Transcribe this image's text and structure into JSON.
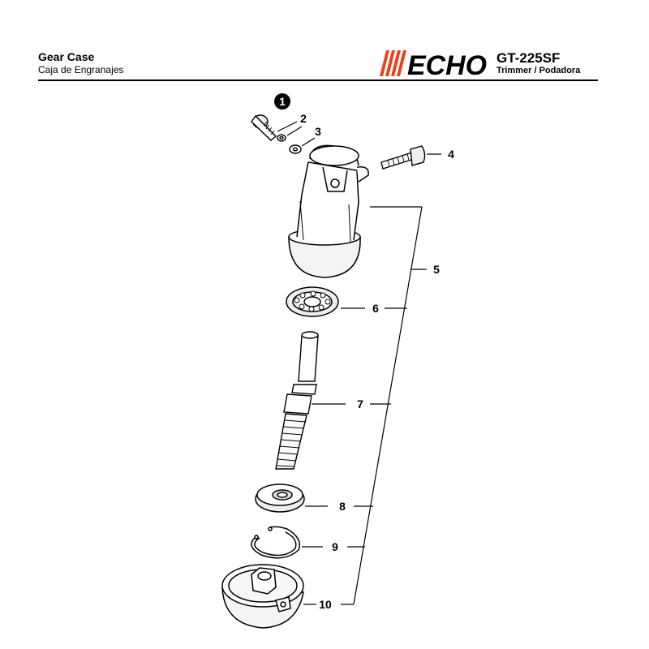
{
  "header": {
    "title_en": "Gear Case",
    "title_es": "Caja de Engranajes",
    "brand": "ECHO",
    "model": "GT-225SF",
    "subtitle": "Trimmer / Podadora"
  },
  "callouts": [
    {
      "id": "1",
      "label": "1",
      "highlighted": true
    },
    {
      "id": "2",
      "label": "2"
    },
    {
      "id": "3",
      "label": "3"
    },
    {
      "id": "4",
      "label": "4"
    },
    {
      "id": "5",
      "label": "5"
    },
    {
      "id": "6",
      "label": "6"
    },
    {
      "id": "7",
      "label": "7"
    },
    {
      "id": "8",
      "label": "8"
    },
    {
      "id": "9",
      "label": "9"
    },
    {
      "id": "10",
      "label": "10"
    }
  ],
  "colors": {
    "ink": "#000000",
    "brand": "#e8411e",
    "shade": "#d9d9d9"
  }
}
